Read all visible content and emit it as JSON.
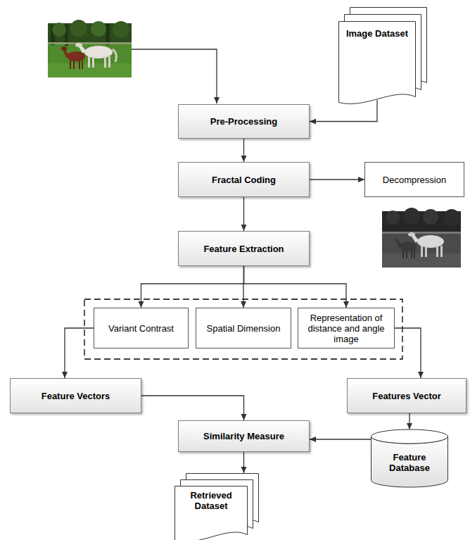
{
  "diagram": {
    "nodes": [
      {
        "text": [
          "Image Dataset"
        ]
      },
      {
        "text": [
          "Pre-Processing"
        ]
      },
      {
        "text": [
          "Fractal Coding"
        ]
      },
      {
        "text": [
          "Decompression"
        ]
      },
      {
        "text": [
          "Feature Extraction"
        ]
      },
      {
        "text": [
          "Variant Contrast"
        ]
      },
      {
        "text": [
          "Spatial Dimension"
        ]
      },
      {
        "text": [
          "Representation of distance and angle image"
        ]
      },
      {
        "text": [
          "Feature Vectors"
        ]
      },
      {
        "text": [
          "Similarity Measure"
        ]
      },
      {
        "text": [
          "Features Vector"
        ]
      },
      {
        "text": [
          "Feature Database"
        ]
      },
      {
        "text": [
          "Retrieved Dataset"
        ]
      }
    ],
    "edges": [
      {
        "from": 0,
        "to": 1,
        "arrow": "to"
      },
      {
        "from": 1,
        "to": 2,
        "arrow": "to"
      },
      {
        "from": 2,
        "to": 3,
        "arrow": "to"
      },
      {
        "from": 2,
        "to": 4,
        "arrow": "to"
      },
      {
        "from": 4,
        "to": 5,
        "arrow": "to"
      },
      {
        "from": 4,
        "to": 6,
        "arrow": "to"
      },
      {
        "from": 4,
        "to": 7,
        "arrow": "to"
      },
      {
        "from": 5,
        "to": 8,
        "arrow": "to"
      },
      {
        "from": 7,
        "to": 10,
        "arrow": "to"
      },
      {
        "from": 8,
        "to": 9,
        "arrow": "to"
      },
      {
        "from": 10,
        "to": 11,
        "arrow": "to"
      },
      {
        "from": 11,
        "to": 9,
        "arrow": "to"
      },
      {
        "from": 9,
        "to": 12,
        "arrow": "to"
      }
    ]
  }
}
